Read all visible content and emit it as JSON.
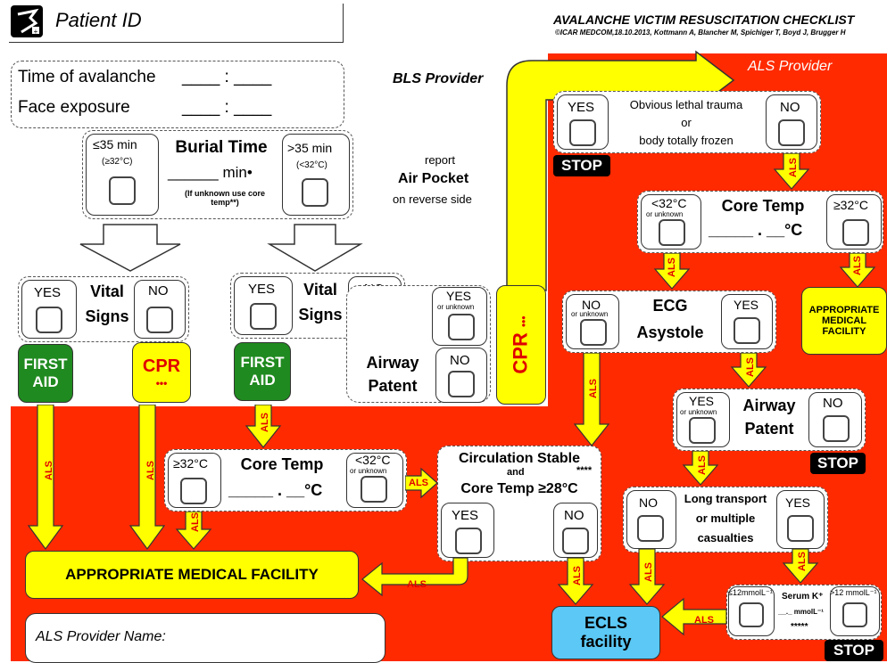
{
  "header": {
    "patient_id": "Patient ID",
    "title": "AVALANCHE VICTIM RESUSCITATION CHECKLIST",
    "credit": "©ICAR MEDCOM,18.10.2013, Kottmann A, Blancher M, Spichiger T, Boyd J, Brugger H"
  },
  "time": {
    "avalanche_label": "Time of avalanche",
    "face_label": "Face exposure",
    "blank": "____ : ____"
  },
  "roles": {
    "bls": "BLS Provider",
    "als": "ALS Provider"
  },
  "burial": {
    "left_top": "≤35 min",
    "left_sub": "(≥32°C)",
    "title": "Burial Time",
    "value": "______ min•",
    "note": "(If unknown use core temp**)",
    "right_top": ">35 min",
    "right_sub": "(<32°C)"
  },
  "air_pocket": {
    "line1": "report",
    "line2": "Air Pocket",
    "line3": "on reverse side"
  },
  "vital1": {
    "yes": "YES",
    "label1": "Vital",
    "label2": "Signs",
    "no": "NO"
  },
  "vital2": {
    "yes": "YES",
    "label1": "Vital",
    "label2": "Signs",
    "no": "NO"
  },
  "first_aid_1": {
    "l1": "FIRST",
    "l2": "AID"
  },
  "first_aid_2": {
    "l1": "FIRST",
    "l2": "AID"
  },
  "cpr_left": {
    "label": "CPR",
    "dots": "•••"
  },
  "cpr_tall": {
    "label": "CPR",
    "dots": "•••"
  },
  "airway_left": {
    "yes": "YES",
    "yes_sub": "or unknown",
    "label1": "Airway",
    "label2": "Patent",
    "no": "NO"
  },
  "lethal": {
    "yes": "YES",
    "text1": "Obvious lethal trauma",
    "text2": "or",
    "text3": "body totally frozen",
    "no": "NO",
    "stop": "STOP"
  },
  "core_right": {
    "left": "<32°C",
    "left_sub": "or unknown",
    "title": "Core Temp",
    "value": "_____ . __°C",
    "right": "≥32°C"
  },
  "appropriate_right": {
    "l1": "APPROPRIATE",
    "l2": "MEDICAL",
    "l3": "FACILITY"
  },
  "ecg": {
    "no": "NO",
    "no_sub": "or unknown",
    "l1": "ECG",
    "l2": "Asystole",
    "yes": "YES"
  },
  "airway_right": {
    "yes": "YES",
    "yes_sub": "or unknown",
    "l1": "Airway",
    "l2": "Patent",
    "no": "NO",
    "stop": "STOP"
  },
  "core_bottom": {
    "left": "≥32°C",
    "title": "Core Temp",
    "value": "_____ . __°C",
    "right": "<32°C",
    "right_sub": "or unknown"
  },
  "circulation": {
    "l1": "Circulation Stable",
    "and": "and",
    "stars": "****",
    "l2": "Core Temp ≥28°C",
    "yes": "YES",
    "no": "NO"
  },
  "transport": {
    "no": "NO",
    "l1": "Long transport",
    "l2": "or multiple",
    "l3": "casualties",
    "yes": "YES"
  },
  "serum": {
    "left": "≤12mmolL⁻¹",
    "title": "Serum K⁺",
    "value": "__._ mmolL⁻¹",
    "stars": "*****",
    "right": ">12 mmolL⁻¹",
    "stop": "STOP"
  },
  "appropriate_bottom": "APPROPRIATE MEDICAL FACILITY",
  "ecls": {
    "l1": "ECLS",
    "l2": "facility"
  },
  "als_provider_name": "ALS Provider Name:",
  "als_tag": "ALS",
  "colors": {
    "red": "#ff2a00",
    "yellow": "#ffff00",
    "green": "#1f8a1f",
    "blue": "#5bc8f5"
  }
}
